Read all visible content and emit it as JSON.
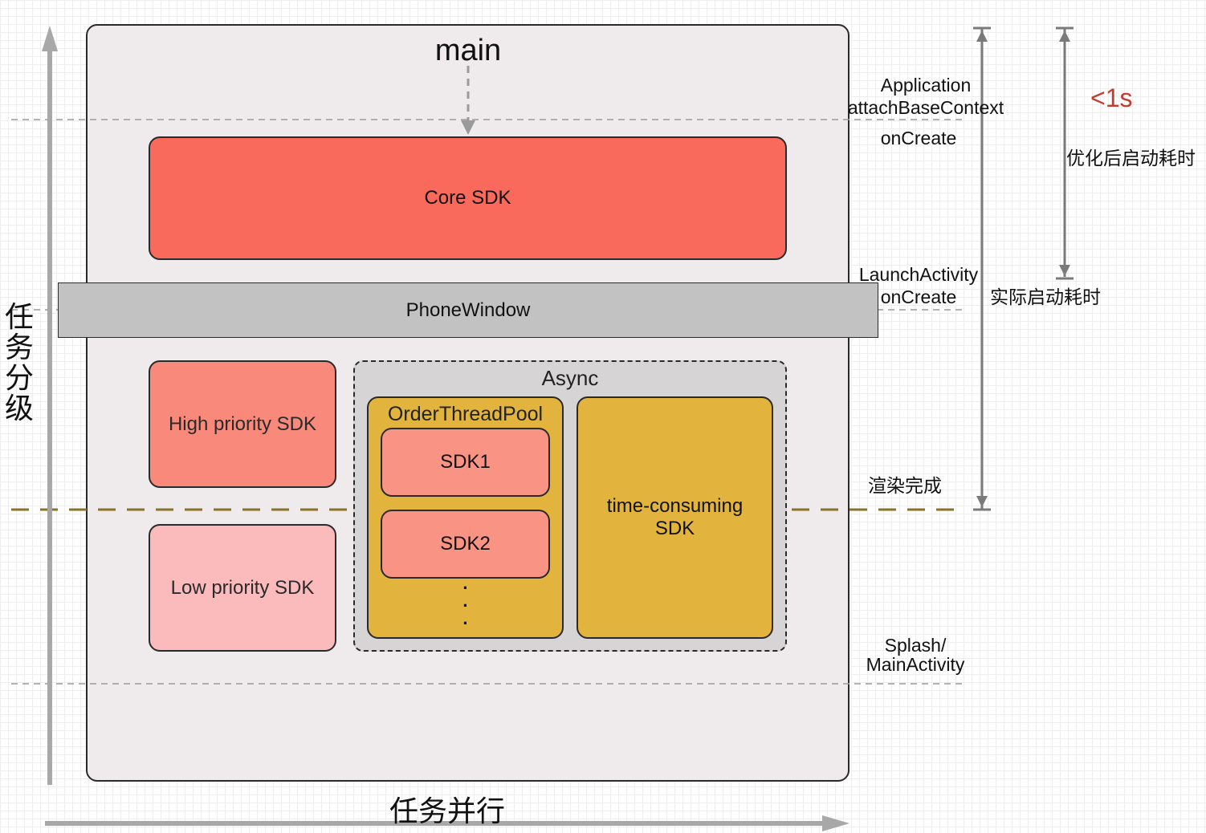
{
  "title": "main",
  "axes": {
    "vertical_label": "任务分级",
    "horizontal_label": "任务并行"
  },
  "blocks": {
    "core_sdk": "Core SDK",
    "phone_window": "PhoneWindow",
    "high_priority": "High priority SDK",
    "low_priority": "Low priority SDK",
    "async": "Async",
    "order_thread_pool": "OrderThreadPool",
    "sdk1": "SDK1",
    "sdk2": "SDK2",
    "ellipsis": "·\n·\n·",
    "time_consuming": "time-consuming\nSDK"
  },
  "stages": {
    "application": "Application\nattachBaseContext",
    "on_create": "onCreate",
    "launch_activity": "LaunchActivity\nonCreate",
    "render_done": "渲染完成",
    "splash_main": "Splash/\nMainActivity"
  },
  "timing": {
    "optimized_value": "<1s",
    "optimized_label": "优化后启动耗时",
    "actual_label": "实际启动耗时"
  },
  "colors": {
    "core": "#f96a5c",
    "high": "#f8897b",
    "low": "#fbbbbc",
    "pool": "#e2b43e",
    "render_line": "#8a7228",
    "red_text": "#c23b2d"
  }
}
